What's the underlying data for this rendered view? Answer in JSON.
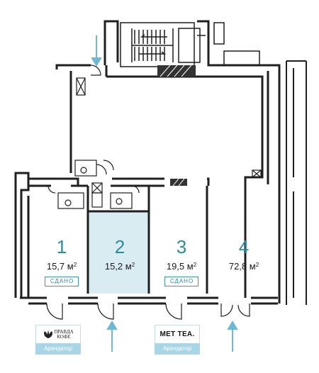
{
  "units": [
    {
      "number": "1",
      "area": "15,7 м",
      "area_unit_power": "2",
      "status": "СДАНО"
    },
    {
      "number": "2",
      "area": "15,2 м",
      "area_unit_power": "2",
      "status": null
    },
    {
      "number": "3",
      "area": "19,5 м",
      "area_unit_power": "2",
      "status": "СДАНО"
    },
    {
      "number": "4",
      "area": "72,8 м",
      "area_unit_power": "2",
      "status": null
    }
  ],
  "tenants": [
    {
      "logo_line1": "ПРАВДА",
      "logo_line2": "КОФЕ",
      "caption": "Арендатор"
    },
    {
      "logo": "MET TEA.",
      "caption": "Арендатор"
    }
  ],
  "colors": {
    "wall": "#1f1f1f",
    "selected_fill": "#d8ecf2",
    "accent": "#2a8ea3",
    "arrow": "#6db8d2",
    "caption_bg": "#a9d6e6"
  },
  "selected_unit": "2",
  "icons": [
    "entrance-arrow-icon",
    "coffee-leaf-icon",
    "staircase-icon"
  ]
}
